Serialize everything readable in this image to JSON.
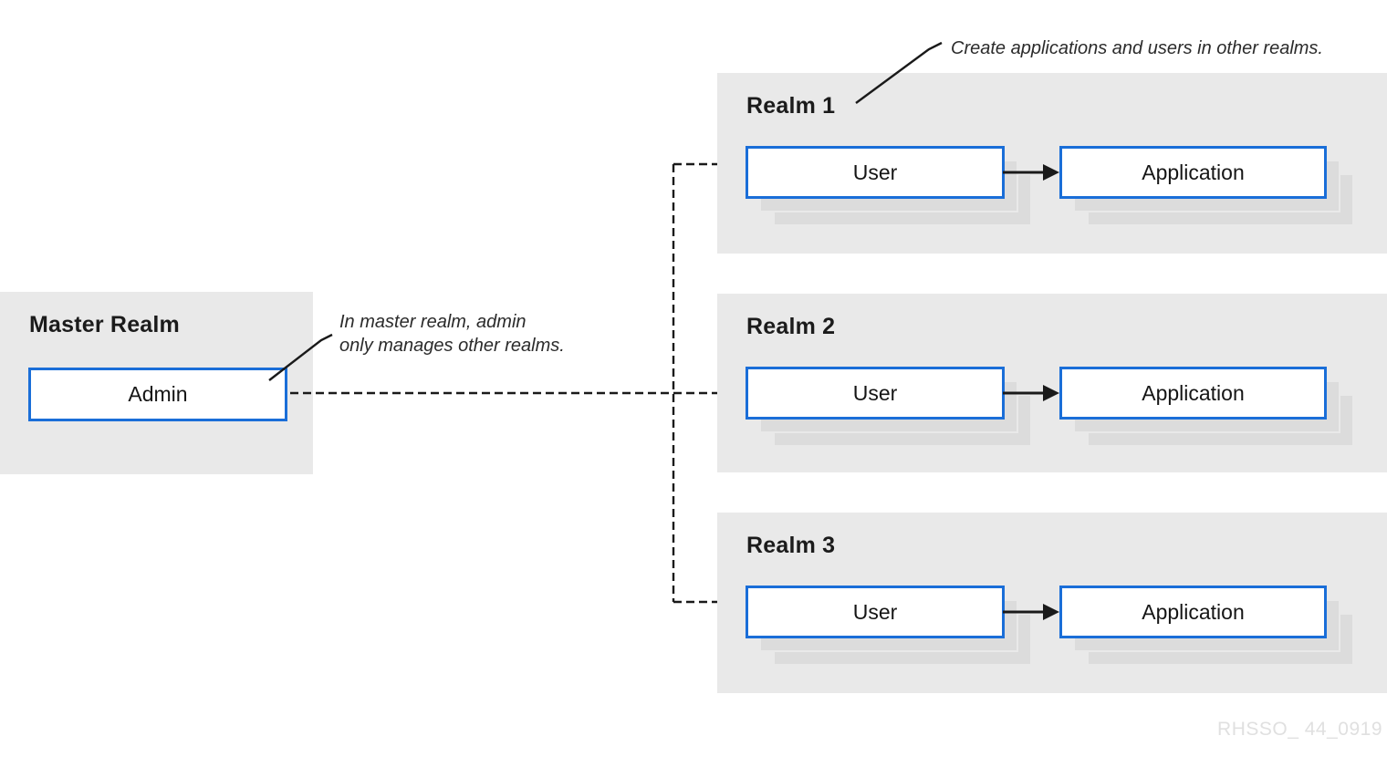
{
  "diagram": {
    "master": {
      "title": "Master Realm",
      "admin_label": "Admin"
    },
    "realms": [
      {
        "title": "Realm 1",
        "user_label": "User",
        "application_label": "Application"
      },
      {
        "title": "Realm 2",
        "user_label": "User",
        "application_label": "Application"
      },
      {
        "title": "Realm 3",
        "user_label": "User",
        "application_label": "Application"
      }
    ],
    "annotations": {
      "master_line1": "In master realm, admin",
      "master_line2": "only manages other realms.",
      "realms_note": "Create applications and users in other realms."
    },
    "watermark": "RHSSO_ 44_0919"
  },
  "colors": {
    "panel_background": "#e9e9e9",
    "box_border_blue": "#1a6ed8",
    "shadow_gray": "#dcdcdc",
    "connector_black": "#1a1a1a",
    "text_dark": "#151515",
    "watermark_gray": "#e0e0e0"
  }
}
